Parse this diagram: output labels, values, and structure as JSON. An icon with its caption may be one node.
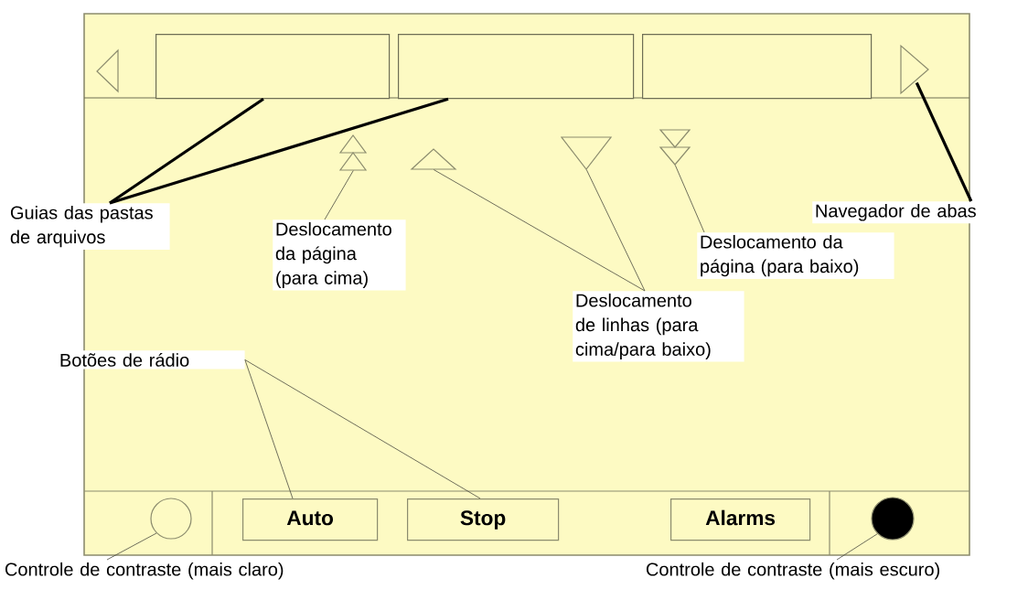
{
  "diagram": {
    "nodes": [
      {
        "text": [],
        "shape": "box"
      },
      {
        "text": [],
        "shape": "box"
      },
      {
        "text": [],
        "shape": "box"
      },
      {
        "text": [],
        "shape": "triangle"
      },
      {
        "text": [],
        "shape": "triangle"
      },
      {
        "text": [],
        "shape": "triangle"
      },
      {
        "text": [],
        "shape": "triangle"
      },
      {
        "text": [],
        "shape": "triangle"
      },
      {
        "text": [],
        "shape": "circle"
      },
      {
        "text": [
          "Auto"
        ]
      },
      {
        "text": [
          "Stop"
        ]
      },
      {
        "text": [
          "Alarms"
        ]
      },
      {
        "text": [],
        "shape": "circle"
      },
      {
        "text": [
          "Guias das pastas de arquivos"
        ]
      },
      {
        "text": [
          "Deslocamento da página (para cima)"
        ]
      },
      {
        "text": [
          "Deslocamento de linhas (para cima/para baixo)"
        ]
      },
      {
        "text": [
          "Deslocamento da página (para baixo)"
        ]
      },
      {
        "text": [
          "Navegador de abas"
        ]
      },
      {
        "text": [
          "Botões de rádio"
        ]
      },
      {
        "text": [
          "Controle de contraste (mais claro)"
        ]
      },
      {
        "text": [
          "Controle de contraste (mais escuro)"
        ]
      }
    ],
    "edges": [
      {
        "from": 13,
        "to": 0,
        "arrow": "none",
        "style": "thick"
      },
      {
        "from": 13,
        "to": 1,
        "arrow": "none",
        "style": "thick"
      },
      {
        "from": 14,
        "to": 4,
        "arrow": "none"
      },
      {
        "from": 15,
        "to": 5,
        "arrow": "none"
      },
      {
        "from": 15,
        "to": 6,
        "arrow": "none"
      },
      {
        "from": 16,
        "to": 7,
        "arrow": "none"
      },
      {
        "from": 17,
        "to": 3,
        "arrow": "none",
        "style": "thick"
      },
      {
        "from": 18,
        "to": 9,
        "arrow": "none"
      },
      {
        "from": 18,
        "to": 10,
        "arrow": "none"
      },
      {
        "from": 19,
        "to": 8,
        "arrow": "none"
      },
      {
        "from": 20,
        "to": 12,
        "arrow": "none"
      }
    ]
  }
}
